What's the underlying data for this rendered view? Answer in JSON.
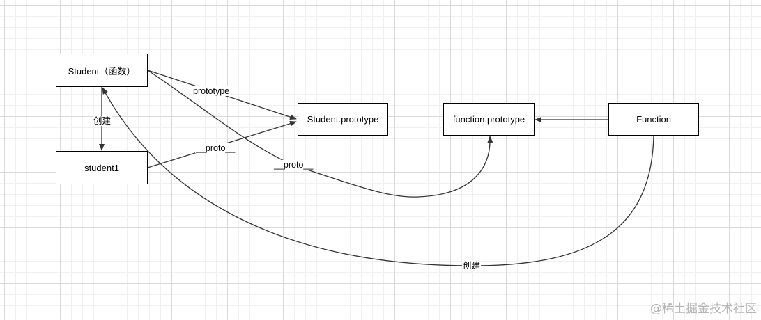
{
  "diagram": {
    "nodes": {
      "student_fn": "Student（函数）",
      "student_prototype": "Student.prototype",
      "student1": "student1",
      "function_prototype": "function.prototype",
      "function": "Function"
    },
    "edges": {
      "prototype": "prototype",
      "create_student1": "创建",
      "proto_student1": "__proto__",
      "proto_student": "__proto__",
      "create_student": "创建"
    }
  },
  "watermark": "@稀土掘金技术社区",
  "colors": {
    "stroke": "#000000",
    "edge": "#333333",
    "grid": "#d9d9d9",
    "watermark": "#b5b5b5"
  }
}
